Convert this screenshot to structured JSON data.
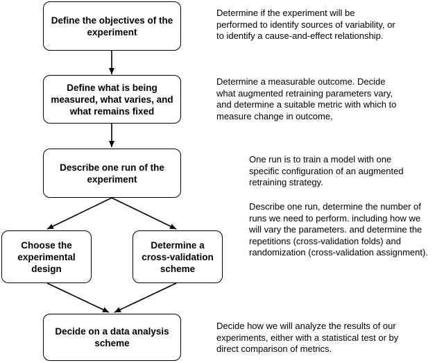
{
  "steps": {
    "objectives": "Define the objectives of the\nexperiment",
    "measured": "Define what is being\nmeasured, what varies, and\nwhat remains fixed",
    "one_run": "Describe one run of the\nexperiment",
    "design": "Choose the\nexperimental\ndesign",
    "cv": "Determine a\ncross-validation\nscheme",
    "analysis": "Decide on a data analysis\nscheme"
  },
  "notes": {
    "objectives": "Determine if the experiment will be\nperformed to identify sources of variability, or\nto identify a cause-and-effect relationship.",
    "measured": "Determine a measurable outcome. Decide\nwhat augmented retraining parameters vary,\nand determine a suitable metric with which to\nmeasure change in outcome,",
    "one_run_a": "One run is to train a model with one\nspecific configuration of an augmented\nretraining strategy.",
    "one_run_b": "Describe one run, determine the number of\nruns we need to perform. including how we\nwill vary the parameters. and determine the\nrepetitions (cross-validation folds) and\nrandomization (cross-validation assignment).",
    "analysis": "Decide how we will analyze the results of our\nexperiments, either with a statistical test or by\ndirect comparison of metrics."
  },
  "colors": {
    "line": "#000000",
    "box_fill": "#ffffff"
  }
}
